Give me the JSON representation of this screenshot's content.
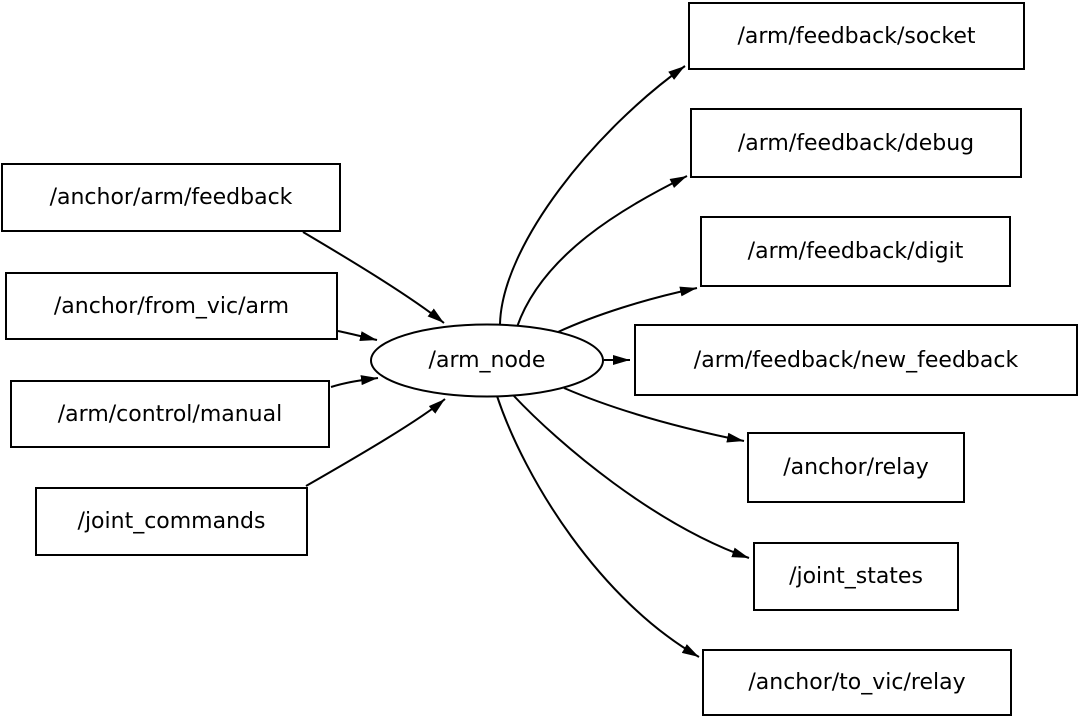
{
  "graph": {
    "background_color": "#ffffff",
    "line_color": "#000000",
    "text_color": "#000000",
    "node": {
      "label": "/arm_node",
      "shape": "ellipse"
    },
    "input_topics": [
      {
        "label": "/anchor/arm/feedback"
      },
      {
        "label": "/anchor/from_vic/arm"
      },
      {
        "label": "/arm/control/manual"
      },
      {
        "label": "/joint_commands"
      }
    ],
    "output_topics": [
      {
        "label": "/arm/feedback/socket"
      },
      {
        "label": "/arm/feedback/debug"
      },
      {
        "label": "/arm/feedback/digit"
      },
      {
        "label": "/arm/feedback/new_feedback"
      },
      {
        "label": "/anchor/relay"
      },
      {
        "label": "/joint_states"
      },
      {
        "label": "/anchor/to_vic/relay"
      }
    ],
    "edges": [
      {
        "from": "/anchor/arm/feedback",
        "to": "/arm_node"
      },
      {
        "from": "/anchor/from_vic/arm",
        "to": "/arm_node"
      },
      {
        "from": "/arm/control/manual",
        "to": "/arm_node"
      },
      {
        "from": "/joint_commands",
        "to": "/arm_node"
      },
      {
        "from": "/arm_node",
        "to": "/arm/feedback/socket"
      },
      {
        "from": "/arm_node",
        "to": "/arm/feedback/debug"
      },
      {
        "from": "/arm_node",
        "to": "/arm/feedback/digit"
      },
      {
        "from": "/arm_node",
        "to": "/arm/feedback/new_feedback"
      },
      {
        "from": "/arm_node",
        "to": "/anchor/relay"
      },
      {
        "from": "/arm_node",
        "to": "/joint_states"
      },
      {
        "from": "/arm_node",
        "to": "/anchor/to_vic/relay"
      }
    ]
  }
}
